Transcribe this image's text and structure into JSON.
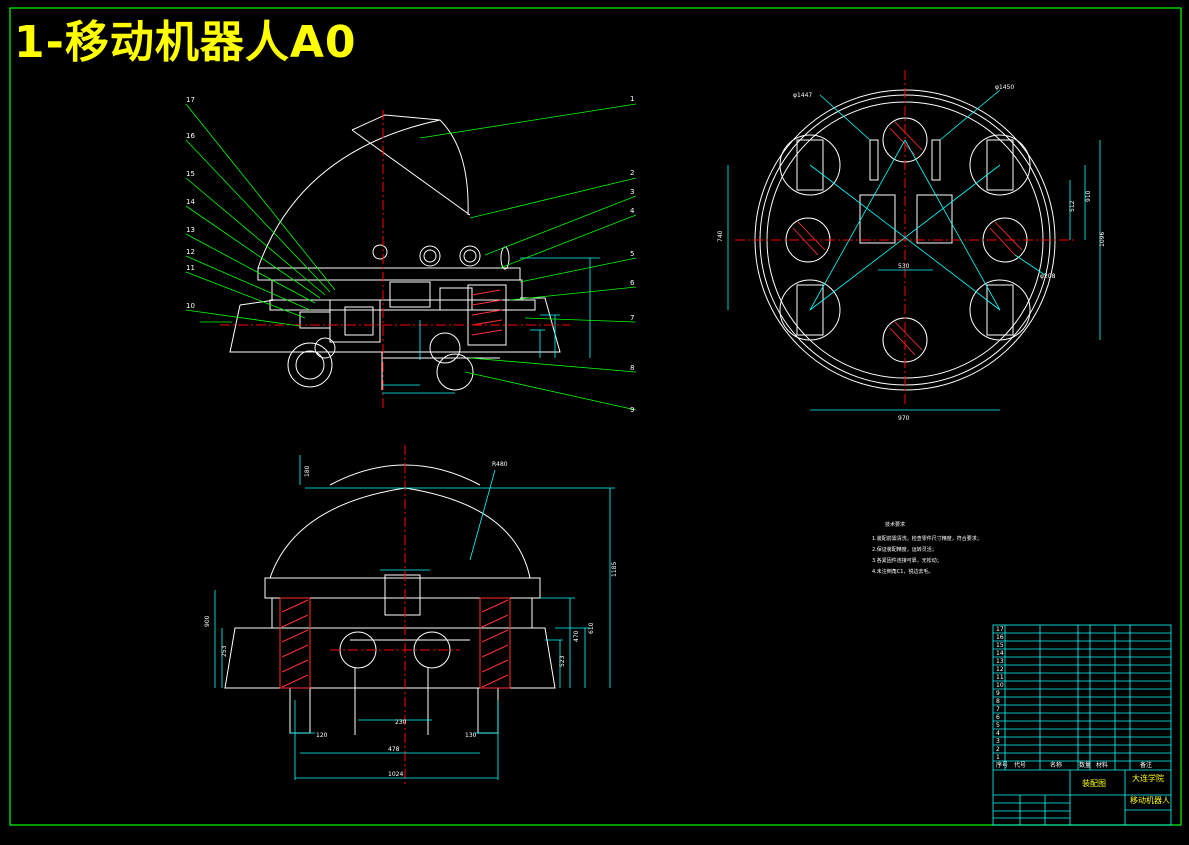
{
  "drawing": {
    "title": "1-移动机器人A0",
    "colors": {
      "background": "#000000",
      "frame": "#00ff00",
      "outline": "#ffffff",
      "dimension": "#00ffff",
      "centerline": "#ff0000",
      "hatch": "#ff3030",
      "title_text": "#ffff00",
      "leader": "#00ff00"
    }
  },
  "side_view": {
    "callouts": [
      "1",
      "2",
      "3",
      "4",
      "5",
      "6",
      "7",
      "8",
      "9",
      "17",
      "16",
      "15",
      "14",
      "13",
      "12",
      "11",
      "10"
    ]
  },
  "top_view": {
    "dims": [
      "φ1447",
      "φ1450",
      "φ208",
      "740",
      "1096",
      "910",
      "512",
      "970",
      "530"
    ]
  },
  "front_view": {
    "dims": [
      "1024",
      "478",
      "230",
      "120",
      "130",
      "180",
      "1185",
      "R480",
      "900",
      "610",
      "470",
      "253",
      "523"
    ]
  },
  "notes": {
    "heading": "技术要求",
    "lines": [
      "1.装配前需清洗，检查零件尺寸精度，符合要求；",
      "2.保证装配精度，运转灵活；",
      "3.各紧固件连接可靠，无松动；",
      "4.未注倒角C1，锐边去毛。"
    ]
  },
  "title_block": {
    "school": "大连学院",
    "product": "移动机器人",
    "drawing_type": "装配图",
    "row_numbers": [
      "17",
      "16",
      "15",
      "14",
      "13",
      "12",
      "11",
      "10",
      "9",
      "8",
      "7",
      "6",
      "5",
      "4",
      "3",
      "2",
      "1"
    ],
    "headers": [
      "序号",
      "代号",
      "名称",
      "数量",
      "材料",
      "备注"
    ]
  }
}
